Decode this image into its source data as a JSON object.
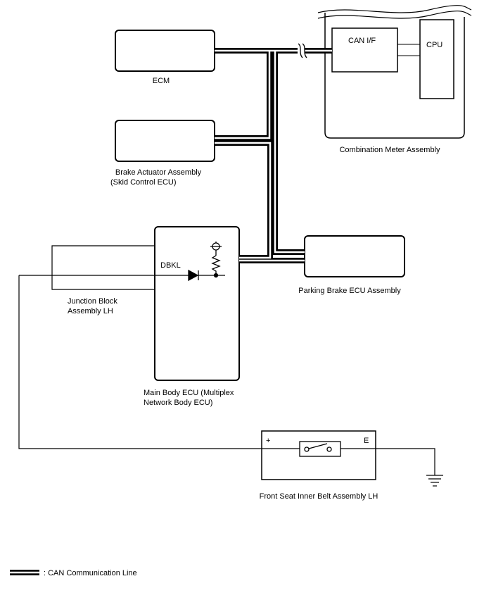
{
  "components": {
    "ecm": "ECM",
    "brake_actuator": [
      "Brake Actuator Assembly",
      "(Skid Control ECU)"
    ],
    "combination_meter": "Combination Meter Assembly",
    "can_if": "CAN I/F",
    "cpu": "CPU",
    "parking_brake": "Parking Brake ECU Assembly",
    "junction_block": [
      "Junction Block",
      "Assembly LH"
    ],
    "main_body_ecu": [
      "Main Body ECU (Multiplex",
      "Network Body ECU)"
    ],
    "dbkl": "DBKL",
    "front_seat_belt": "Front Seat Inner Belt Assembly LH",
    "plus_terminal": "+",
    "e_terminal": "E"
  },
  "legend": {
    "can_line": ": CAN Communication Line"
  }
}
